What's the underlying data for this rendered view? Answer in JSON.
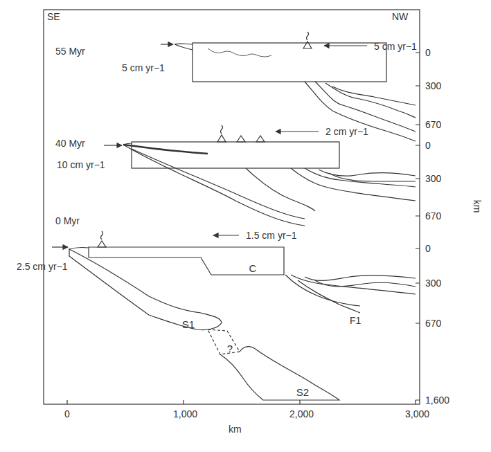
{
  "diagram": {
    "nodes": [
      {
        "text": [
          "C"
        ]
      },
      {
        "text": [
          "S1"
        ]
      },
      {
        "text": [
          "?"
        ]
      },
      {
        "text": [
          "S2"
        ]
      }
    ],
    "edges": [],
    "labels": [
      "SE",
      "NW",
      "55 Myr",
      "5 cm yr−1",
      "5 cm yr−1",
      "40 Myr",
      "10 cm yr−1",
      "2 cm yr−1",
      "0 Myr",
      "1.5 cm yr−1",
      "2.5 cm yr−1",
      "F1",
      "0",
      "300",
      "670",
      "0",
      "300",
      "670",
      "0",
      "300",
      "670",
      "1,600",
      "km",
      "0",
      "1,000",
      "2,000",
      "3,000",
      "km"
    ]
  }
}
